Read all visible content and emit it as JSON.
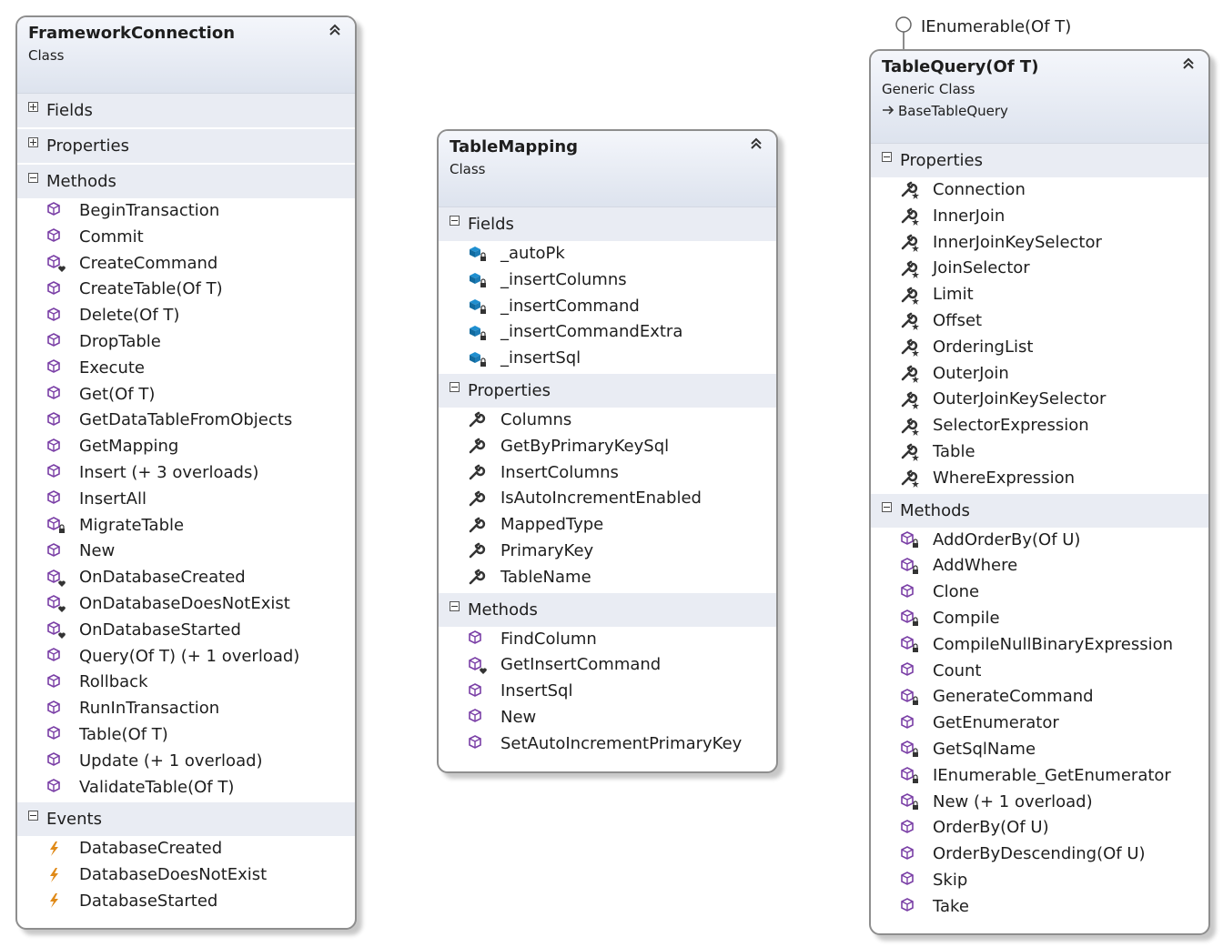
{
  "classes": {
    "framework": {
      "name": "FrameworkConnection",
      "kind": "Class",
      "fields_label": "Fields",
      "properties_label": "Properties",
      "methods_label": "Methods",
      "events_label": "Events",
      "methods": [
        {
          "label": "BeginTransaction",
          "icon": "method-icon"
        },
        {
          "label": "Commit",
          "icon": "method-icon"
        },
        {
          "label": "CreateCommand",
          "icon": "method-protected-icon"
        },
        {
          "label": "CreateTable(Of T)",
          "icon": "method-icon"
        },
        {
          "label": "Delete(Of T)",
          "icon": "method-icon"
        },
        {
          "label": "DropTable",
          "icon": "method-icon"
        },
        {
          "label": "Execute",
          "icon": "method-icon"
        },
        {
          "label": "Get(Of T)",
          "icon": "method-icon"
        },
        {
          "label": "GetDataTableFromObjects",
          "icon": "method-icon"
        },
        {
          "label": "GetMapping",
          "icon": "method-icon"
        },
        {
          "label": "Insert (+ 3 overloads)",
          "icon": "method-icon"
        },
        {
          "label": "InsertAll",
          "icon": "method-icon"
        },
        {
          "label": "MigrateTable",
          "icon": "method-private-icon"
        },
        {
          "label": "New",
          "icon": "method-icon"
        },
        {
          "label": "OnDatabaseCreated",
          "icon": "method-protected-icon"
        },
        {
          "label": "OnDatabaseDoesNotExist",
          "icon": "method-protected-icon"
        },
        {
          "label": "OnDatabaseStarted",
          "icon": "method-protected-icon"
        },
        {
          "label": "Query(Of T) (+ 1 overload)",
          "icon": "method-icon"
        },
        {
          "label": "Rollback",
          "icon": "method-icon"
        },
        {
          "label": "RunInTransaction",
          "icon": "method-icon"
        },
        {
          "label": "Table(Of T)",
          "icon": "method-icon"
        },
        {
          "label": "Update (+ 1 overload)",
          "icon": "method-icon"
        },
        {
          "label": "ValidateTable(Of T)",
          "icon": "method-icon"
        }
      ],
      "events": [
        {
          "label": "DatabaseCreated",
          "icon": "event-icon"
        },
        {
          "label": "DatabaseDoesNotExist",
          "icon": "event-icon"
        },
        {
          "label": "DatabaseStarted",
          "icon": "event-icon"
        }
      ]
    },
    "tablemapping": {
      "name": "TableMapping",
      "kind": "Class",
      "fields_label": "Fields",
      "properties_label": "Properties",
      "methods_label": "Methods",
      "fields": [
        {
          "label": "_autoPk",
          "icon": "field-private-icon"
        },
        {
          "label": "_insertColumns",
          "icon": "field-private-icon"
        },
        {
          "label": "_insertCommand",
          "icon": "field-private-icon"
        },
        {
          "label": "_insertCommandExtra",
          "icon": "field-private-icon"
        },
        {
          "label": "_insertSql",
          "icon": "field-private-icon"
        }
      ],
      "properties": [
        {
          "label": "Columns",
          "icon": "property-icon"
        },
        {
          "label": "GetByPrimaryKeySql",
          "icon": "property-icon"
        },
        {
          "label": "InsertColumns",
          "icon": "property-icon"
        },
        {
          "label": "IsAutoIncrementEnabled",
          "icon": "property-icon"
        },
        {
          "label": "MappedType",
          "icon": "property-icon"
        },
        {
          "label": "PrimaryKey",
          "icon": "property-icon"
        },
        {
          "label": "TableName",
          "icon": "property-icon"
        }
      ],
      "methods": [
        {
          "label": "FindColumn",
          "icon": "method-icon"
        },
        {
          "label": "GetInsertCommand",
          "icon": "method-protected-icon"
        },
        {
          "label": "InsertSql",
          "icon": "method-icon"
        },
        {
          "label": "New",
          "icon": "method-icon"
        },
        {
          "label": "SetAutoIncrementPrimaryKey",
          "icon": "method-icon"
        }
      ]
    },
    "tablequery": {
      "name": "TableQuery(Of T)",
      "kind": "Generic Class",
      "base": "BaseTableQuery",
      "interface": "IEnumerable(Of T)",
      "properties_label": "Properties",
      "methods_label": "Methods",
      "properties": [
        {
          "label": "Connection",
          "icon": "property-friend-icon"
        },
        {
          "label": "InnerJoin",
          "icon": "property-friend-icon"
        },
        {
          "label": "InnerJoinKeySelector",
          "icon": "property-friend-icon"
        },
        {
          "label": "JoinSelector",
          "icon": "property-friend-icon"
        },
        {
          "label": "Limit",
          "icon": "property-friend-icon"
        },
        {
          "label": "Offset",
          "icon": "property-friend-icon"
        },
        {
          "label": "OrderingList",
          "icon": "property-friend-icon"
        },
        {
          "label": "OuterJoin",
          "icon": "property-friend-icon"
        },
        {
          "label": "OuterJoinKeySelector",
          "icon": "property-friend-icon"
        },
        {
          "label": "SelectorExpression",
          "icon": "property-friend-icon"
        },
        {
          "label": "Table",
          "icon": "property-friend-icon"
        },
        {
          "label": "WhereExpression",
          "icon": "property-friend-icon"
        }
      ],
      "methods": [
        {
          "label": "AddOrderBy(Of U)",
          "icon": "method-private-icon"
        },
        {
          "label": "AddWhere",
          "icon": "method-private-icon"
        },
        {
          "label": "Clone",
          "icon": "method-icon"
        },
        {
          "label": "Compile",
          "icon": "method-private-icon"
        },
        {
          "label": "CompileNullBinaryExpression",
          "icon": "method-private-icon"
        },
        {
          "label": "Count",
          "icon": "method-icon"
        },
        {
          "label": "GenerateCommand",
          "icon": "method-private-icon"
        },
        {
          "label": "GetEnumerator",
          "icon": "method-icon"
        },
        {
          "label": "GetSqlName",
          "icon": "method-private-icon"
        },
        {
          "label": "IEnumerable_GetEnumerator",
          "icon": "method-private-icon"
        },
        {
          "label": "New (+ 1 overload)",
          "icon": "method-private-icon"
        },
        {
          "label": "OrderBy(Of U)",
          "icon": "method-icon"
        },
        {
          "label": "OrderByDescending(Of U)",
          "icon": "method-icon"
        },
        {
          "label": "Skip",
          "icon": "method-icon"
        },
        {
          "label": "Take",
          "icon": "method-icon"
        }
      ]
    }
  }
}
